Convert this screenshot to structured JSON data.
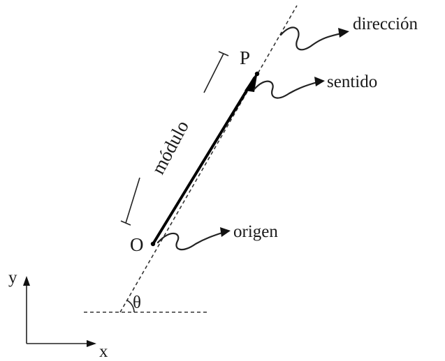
{
  "labels": {
    "point_end": "P",
    "point_origin": "O",
    "direction": "dirección",
    "sense": "sentido",
    "origin": "origen",
    "magnitude": "módulo",
    "angle": "θ",
    "axis_y": "y",
    "axis_x": "x"
  },
  "colors": {
    "ink": "#1a1a1a",
    "vector": "#000000",
    "background": "#ffffff"
  }
}
